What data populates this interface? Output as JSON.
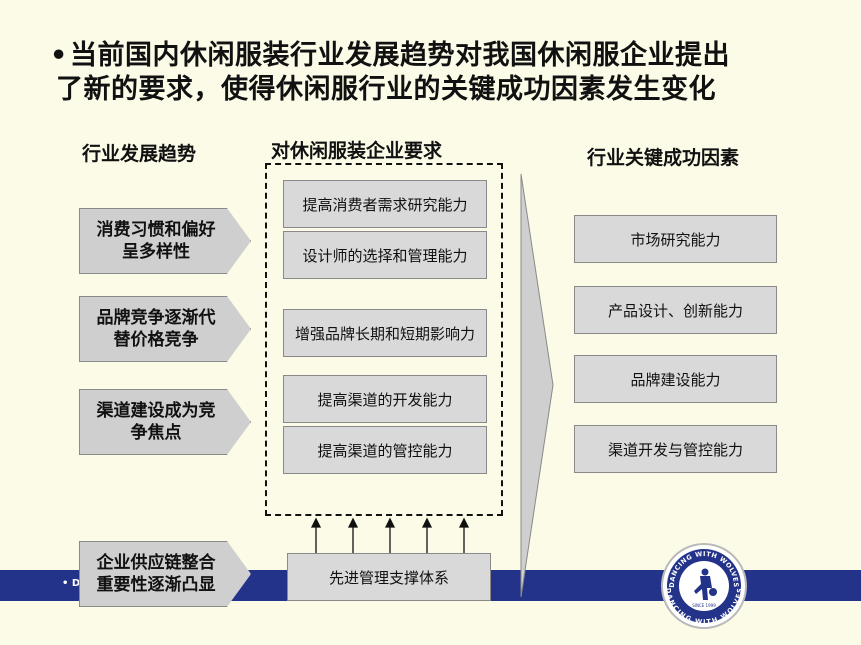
{
  "title": {
    "bullet": "•",
    "line1": "当前国内休闲服装行业发展趋势对我国休闲服企业提出",
    "line2": "了新的要求，使得休闲服行业的关键成功因素发生变化"
  },
  "columns": {
    "trends_header": "行业发展趋势",
    "requirements_header": "对休闲服装企业要求",
    "factors_header": "行业关键成功因素"
  },
  "trends": [
    {
      "line1": "消费习惯和偏好",
      "line2": "呈多样性"
    },
    {
      "line1": "品牌竞争逐渐代",
      "line2": "替价格竞争"
    },
    {
      "line1": "渠道建设成为竞",
      "line2": "争焦点"
    },
    {
      "line1": "企业供应链整合",
      "line2": "重要性逐渐凸显"
    }
  ],
  "requirements": [
    "提高消费者需求研究能力",
    "设计师的选择和管理能力",
    "增强品牌长期和短期影响力",
    "提高渠道的开发能力",
    "提高渠道的管控能力"
  ],
  "support_system": "先进管理支撑体系",
  "factors": [
    "市场研究能力",
    "产品设计、创新能力",
    "品牌建设能力",
    "渠道开发与管控能力"
  ],
  "footer": {
    "band_text": "• D",
    "logo_top": "DANCING WITH WOLVES",
    "logo_bottom": "DANCING WITH WOLVES",
    "logo_since": "SINCE 1999"
  },
  "colors": {
    "background": "#fbfbe7",
    "box_fill": "#d9d9d9",
    "band": "#24338a"
  }
}
